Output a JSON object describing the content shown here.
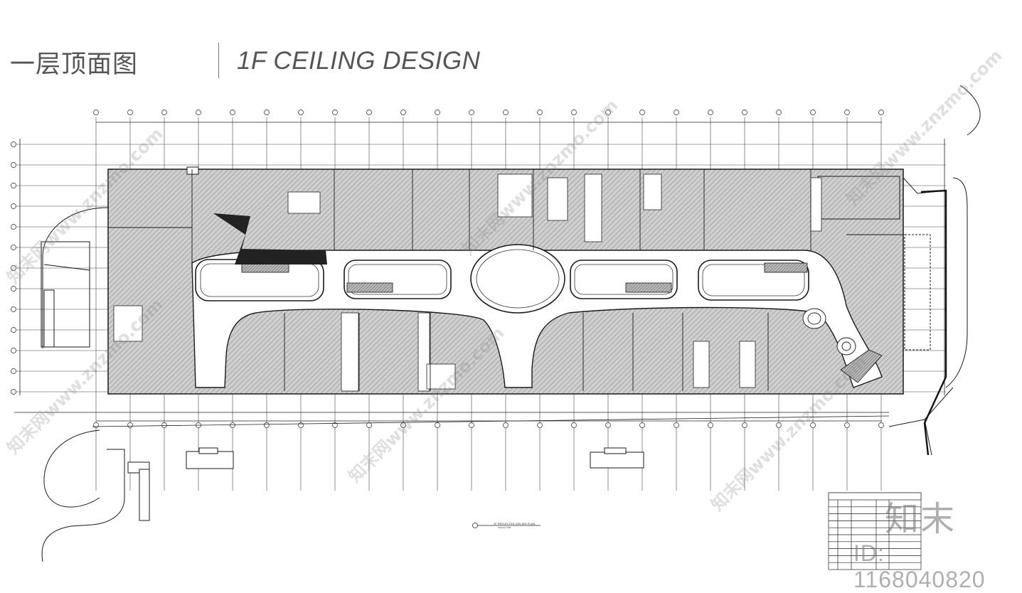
{
  "header": {
    "title_cn": "一层顶面图",
    "title_en": "1F CEILING DESIGN"
  },
  "drawing": {
    "caption": "1F REFLECTED CEILING PLAN",
    "scale": "SCALE 1:600"
  },
  "watermark": {
    "logo_text": "知末",
    "id_text": "ID: 1168040820",
    "diagonal_text": "知末网www.znzmo.com"
  },
  "legend": {
    "title": "灯具图例",
    "rows": 10
  },
  "colors": {
    "ink": "#1a1a1a",
    "hatch": "#9a9a9a",
    "fill_gray": "#c8c8c8",
    "dark_fill": "#222222",
    "title_gray": "#555555",
    "watermark_gray": "#888888"
  }
}
